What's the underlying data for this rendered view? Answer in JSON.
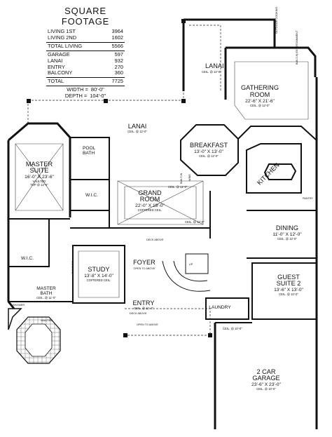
{
  "square_footage": {
    "title": "SQUARE FOOTAGE",
    "rows_living": [
      {
        "label": "LIVING 1ST",
        "value": "3964"
      },
      {
        "label": "LIVING 2ND",
        "value": "1602"
      }
    ],
    "total_living": {
      "label": "TOTAL LIVING",
      "value": "5566"
    },
    "rows_other": [
      {
        "label": "GARAGE",
        "value": "597"
      },
      {
        "label": "LANAI",
        "value": "932"
      },
      {
        "label": "ENTRY",
        "value": "270"
      },
      {
        "label": "BALCONY",
        "value": "360"
      }
    ],
    "total": {
      "label": "TOTAL",
      "value": "7725"
    },
    "width": {
      "label": "WIDTH =",
      "value": "80'-0\""
    },
    "depth": {
      "label": "DEPTH =",
      "value": "104'-0\""
    }
  },
  "rooms": {
    "lanai_rear": {
      "name": "LANAI",
      "ceil": "CEIL. @ 12'-0\""
    },
    "lanai_main": {
      "name": "LANAI",
      "ceil": "CEIL. @ 12'-0\""
    },
    "gathering": {
      "name1": "GATHERING",
      "name2": "ROOM",
      "dims": "22'-6\" X 21'-6\"",
      "ceil": "CEIL. @ 12'-0\""
    },
    "breakfast": {
      "name": "BREAKFAST",
      "dims": "13'-0\" X 13'-0\"",
      "ceil": "CEIL. @ 12'-0\""
    },
    "kitchen": {
      "name": "KITCHEN"
    },
    "master_suite": {
      "name1": "MASTER",
      "name2": "SUITE",
      "dims": "16'-0\" X 23'-6\"",
      "ceil": "VAULTED",
      "ceil2": "TOP @ 12'-6\""
    },
    "pool_bath": {
      "name1": "POOL",
      "name2": "BATH"
    },
    "wic_1": {
      "name": "W.I.C."
    },
    "grand_room": {
      "name1": "GRAND",
      "name2": "ROOM",
      "dims": "22'-0\" X 18'-0\"",
      "ceil": "COFFERED CEIL."
    },
    "dining": {
      "name": "DINING",
      "dims": "11'-0\" X 12'-0\"",
      "ceil": "CEIL. @ 12'-0\""
    },
    "wic_2": {
      "name": "W.I.C."
    },
    "study": {
      "name": "STUDY",
      "dims": "13'-8\" X 14'-0\"",
      "ceil": "COFFERED CEIL."
    },
    "foyer": {
      "name": "FOYER",
      "note": "OPEN TO ABOVE"
    },
    "guest_suite": {
      "name1": "GUEST",
      "name2": "SUITE 2",
      "dims": "13'-6\" X 13'-0\"",
      "ceil": "CEIL. @ 10'-0\""
    },
    "master_bath": {
      "name1": "MASTER",
      "name2": "BATH",
      "ceil": "CEIL. @ 11'-0\""
    },
    "entry": {
      "name": "ENTRY",
      "ceil": "CEIL. @ 11'-4\""
    },
    "laundry": {
      "name": "LAUNDRY"
    },
    "garage": {
      "name1": "2 CAR",
      "name2": "GARAGE",
      "dims": "23'-6\" X 23'-0\"",
      "ceil": "CEIL. @ 10'-0\""
    }
  },
  "notes": {
    "outdoor_cooking": "OUTDOOR COOKING",
    "built_in_entertainment": "BUILT-IN ENTERTAINMENT",
    "deck_above_1": "DECK ABOVE",
    "deck_above_2": "DECK ABOVE",
    "open_to_above": "OPEN TO ABOVE",
    "built_ins": "BUILT-INS",
    "built_in": "BUILT-IN",
    "shower": "SHOWER",
    "vaulted": "VAULTED",
    "wine": "WINE",
    "pantry": "PANTRY",
    "up": "UP",
    "ceil_11": "CEIL. @ 11'-0\"",
    "ceil_12": "CEIL. @ 12'-0\"",
    "ceil_10": "CEIL. @ 10'-0\""
  }
}
